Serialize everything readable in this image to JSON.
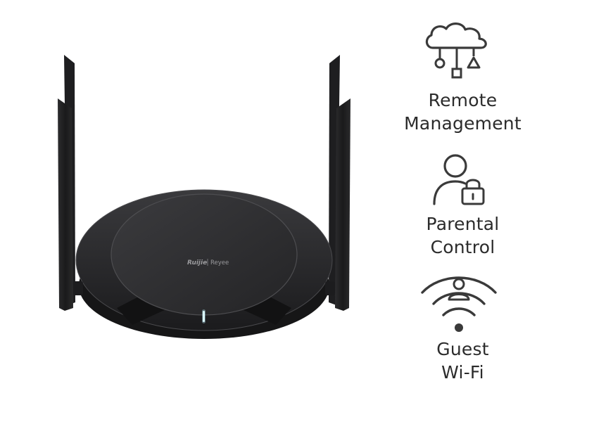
{
  "product": {
    "brand_primary": "Ruijie",
    "brand_secondary": "Reyee",
    "body_color": "#2a2a2c",
    "led_color": "#eafcff"
  },
  "features": [
    {
      "icon": "cloud-network-icon",
      "lines": [
        "Remote",
        "Management"
      ]
    },
    {
      "icon": "user-lock-icon",
      "lines": [
        "Parental",
        "Control"
      ]
    },
    {
      "icon": "guest-wifi-icon",
      "lines": [
        "Guest",
        "Wi-Fi"
      ]
    }
  ],
  "colors": {
    "text": "#2b2b2b",
    "icon_stroke": "#3a3a3a",
    "background": "#ffffff"
  }
}
